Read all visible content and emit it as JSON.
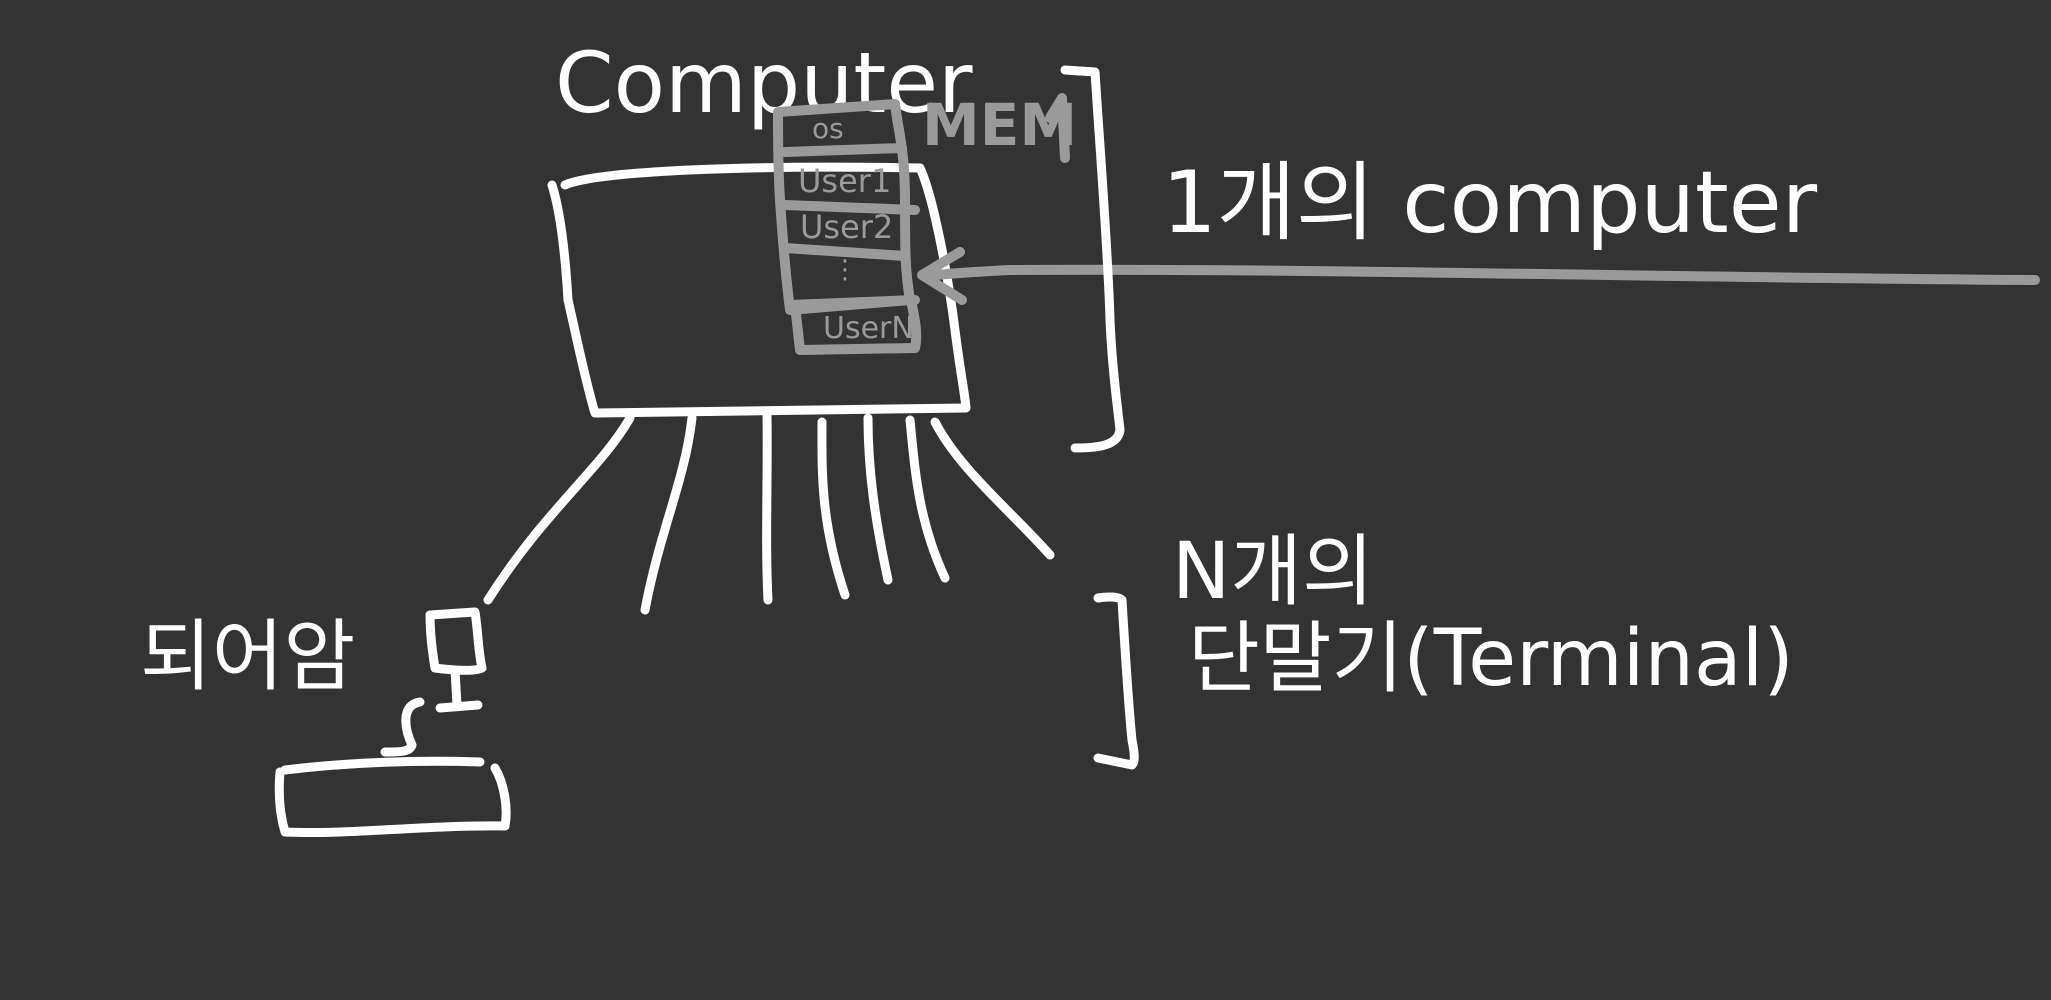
{
  "labels": {
    "computer": "Computer",
    "mem": "MEM",
    "one_computer": "1개의 computer",
    "n_terminals_line1": "N개의",
    "n_terminals_line2": "단말기(Terminal)",
    "io_device": "되어암"
  },
  "memory_slots": [
    "os",
    "User1",
    "User2",
    "⋮",
    "UserN"
  ],
  "colors": {
    "background": "#333333",
    "ink": "#ffffff",
    "memory_ink": "#9a9a9a"
  }
}
